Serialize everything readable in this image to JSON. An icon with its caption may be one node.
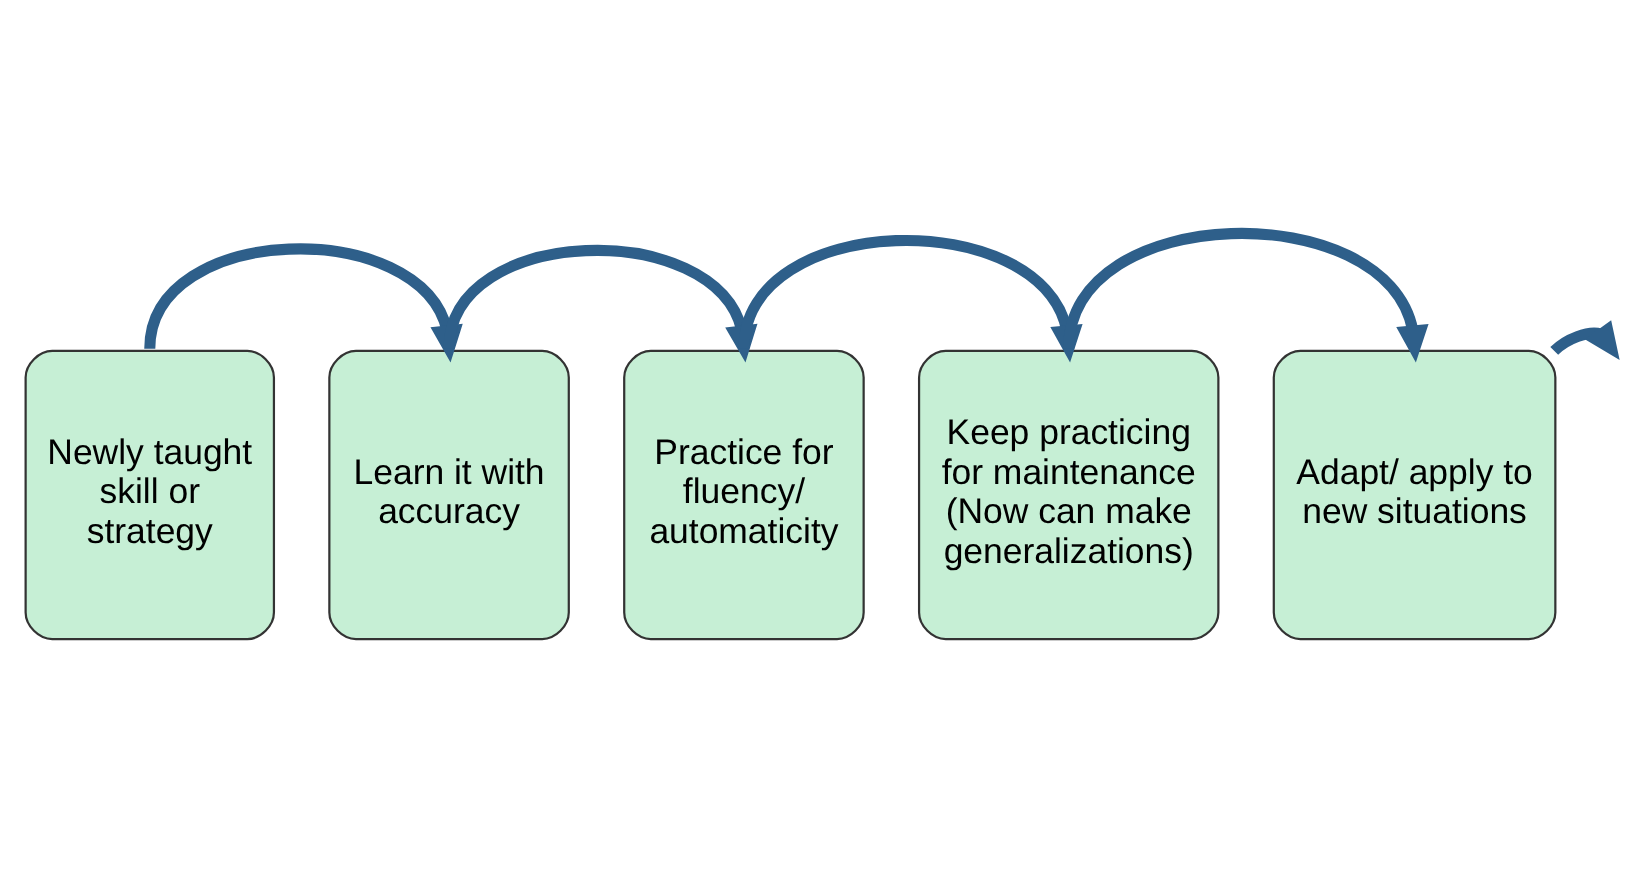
{
  "diagram": {
    "nodes": [
      {
        "text": [
          "Newly taught skill or strategy"
        ]
      },
      {
        "text": [
          "Learn it with accuracy"
        ]
      },
      {
        "text": [
          "Practice for fluency/ automaticity"
        ]
      },
      {
        "text": [
          "Keep practicing for maintenance (Now can make generalizations)"
        ]
      },
      {
        "text": [
          "Adapt/ apply to new situations"
        ]
      }
    ],
    "edges": [
      {
        "from": 0,
        "to": 1,
        "arrow": "to"
      },
      {
        "from": 1,
        "to": 2,
        "arrow": "to"
      },
      {
        "from": 2,
        "to": 3,
        "arrow": "to"
      },
      {
        "from": 3,
        "to": 4,
        "arrow": "to"
      },
      {
        "from": 4,
        "to": null,
        "arrow": "to"
      }
    ]
  }
}
